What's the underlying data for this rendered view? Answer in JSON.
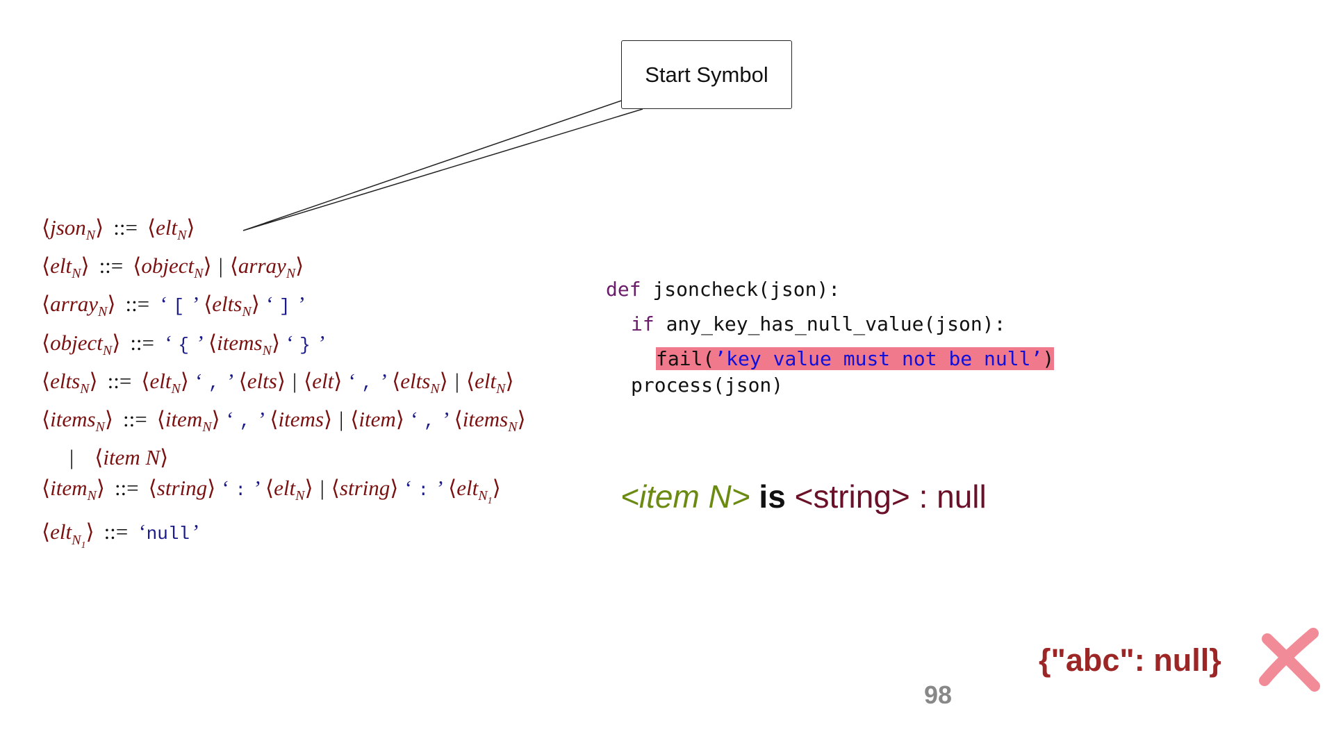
{
  "callout": {
    "label": "Start Symbol"
  },
  "grammar": {
    "l1": {
      "lhs": "json",
      "op": "::=",
      "r1": "elt"
    },
    "l2": {
      "lhs": "elt",
      "op": "::=",
      "r1": "object",
      "bar": "|",
      "r2": "array"
    },
    "l3": {
      "lhs": "array",
      "op": "::=",
      "t1": "[",
      "r1": "elts",
      "t2": "]"
    },
    "l4": {
      "lhs": "object",
      "op": "::=",
      "t1": "{",
      "r1": "items",
      "t2": "}"
    },
    "l5": {
      "lhs": "elts",
      "op": "::=",
      "r1": "elt",
      "t1": ",",
      "r2": "elts",
      "bar1": "|",
      "r3": "elt",
      "t2": ",",
      "r4": "elts",
      "bar2": "|",
      "r5": "elt"
    },
    "l6": {
      "lhs": "items",
      "op": "::=",
      "r1": "item",
      "t1": ",",
      "r2": "items",
      "bar1": "|",
      "r3": "item",
      "t2": ",",
      "r4": "items"
    },
    "l6b": {
      "bar": "|",
      "r1": "item N"
    },
    "l7": {
      "lhs": "item",
      "op": "::=",
      "r1": "string",
      "t1": ":",
      "r2": "elt",
      "bar": "|",
      "r3": "string",
      "t2": ":",
      "r4": "elt"
    },
    "l8": {
      "lhs": "elt",
      "op": "::=",
      "t1": "null"
    },
    "sub": {
      "n": "N",
      "one": "1"
    }
  },
  "code": {
    "def_kw": "def",
    "def_rest": " jsoncheck(json):",
    "if_kw": "if",
    "if_rest": " any_key_has_null_value(json):",
    "fail_pre": "fail(",
    "fail_str": "’key value must not be null’",
    "fail_post": ")",
    "process": "process(json)"
  },
  "rule": {
    "item": "<item N>",
    "is": "is",
    "string": "<string>",
    "rest": " : null"
  },
  "example": {
    "text": "{\"abc\": null}"
  },
  "page": {
    "number": "98"
  },
  "colors": {
    "grammar": "#7a1010",
    "terminal": "#1a1a8a",
    "highlight": "#f07a8c",
    "rule_item": "#6b8a12",
    "rule_string": "#6a1028",
    "example": "#9c2626",
    "xmark": "#f28b98"
  },
  "icons": {
    "reject": "x-mark-icon"
  }
}
